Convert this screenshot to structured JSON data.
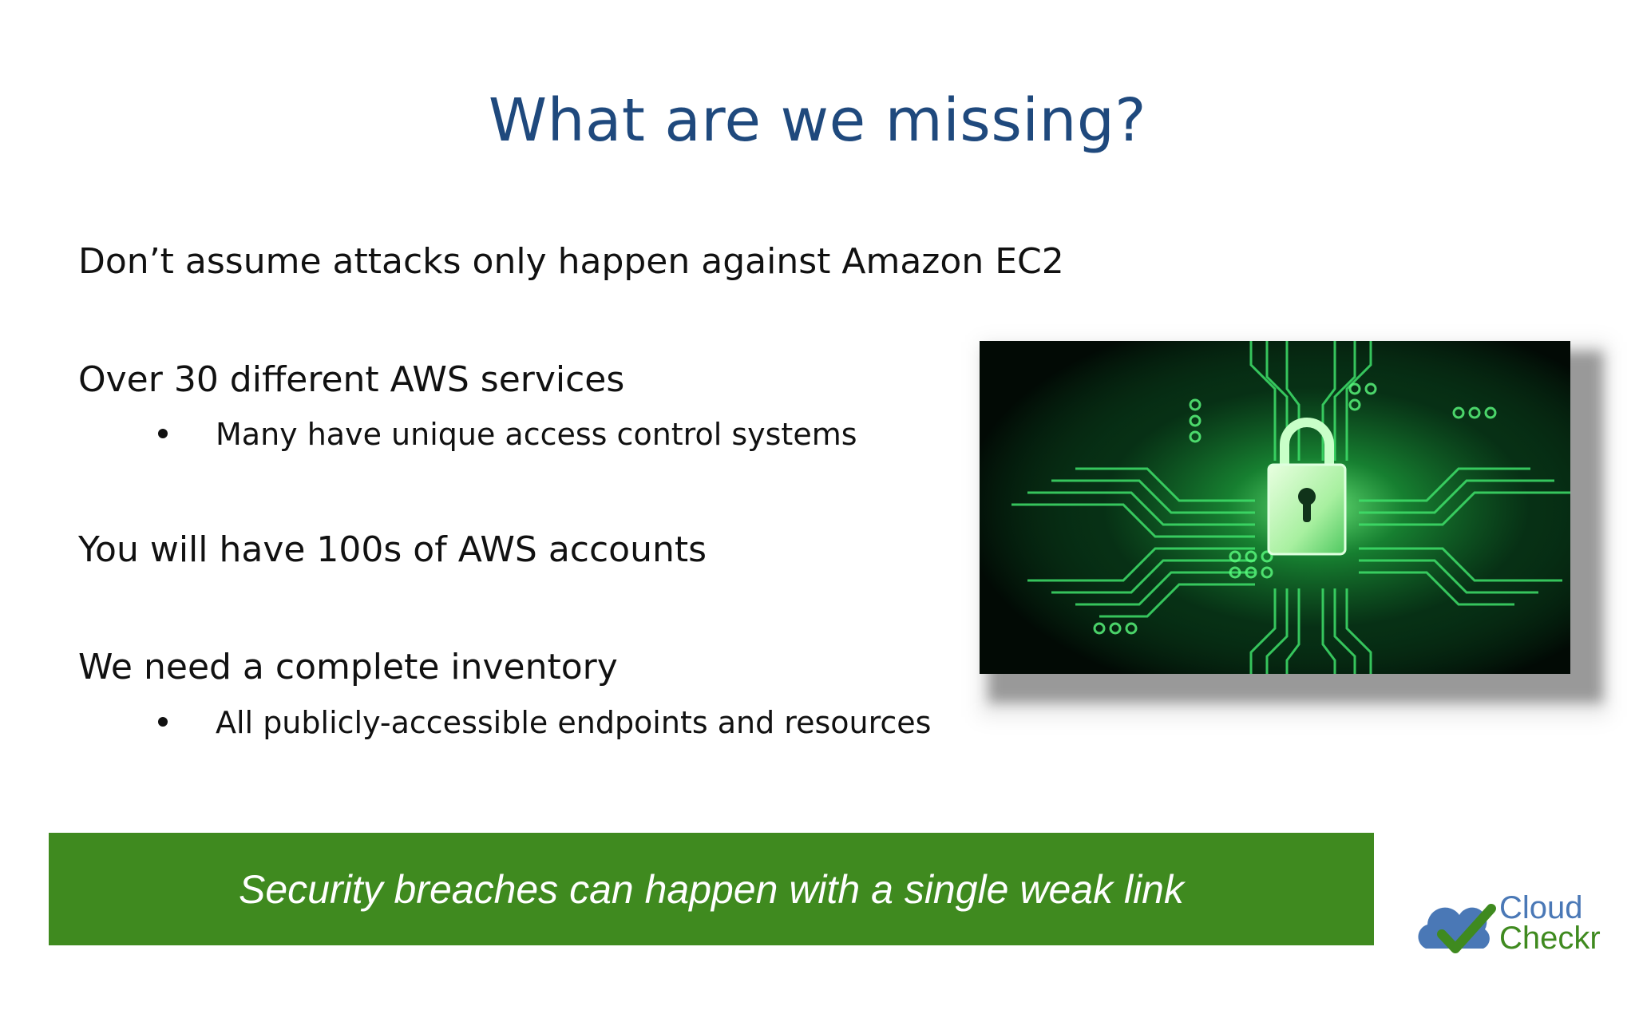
{
  "slide": {
    "title": "What are we missing?",
    "items": [
      {
        "text": "Don’t assume attacks only happen against Amazon EC2"
      },
      {
        "text": "Over 30 different AWS services",
        "bullet": "Many have unique access control systems"
      },
      {
        "text": "You will have 100s of AWS accounts"
      },
      {
        "text": "We need a complete inventory",
        "bullet": "All publicly-accessible endpoints and resources"
      }
    ],
    "image": {
      "icon": "padlock-circuit-board-icon"
    },
    "banner": "Security breaches can happen with a single weak link",
    "logo": {
      "line1": "Cloud",
      "line2": "Checkr",
      "icon": "cloud-checkmark-icon"
    },
    "colors": {
      "title": "#1f497d",
      "banner": "#3f8a1f",
      "logo_blue": "#4a78b6",
      "logo_green": "#3f8a1f"
    }
  }
}
